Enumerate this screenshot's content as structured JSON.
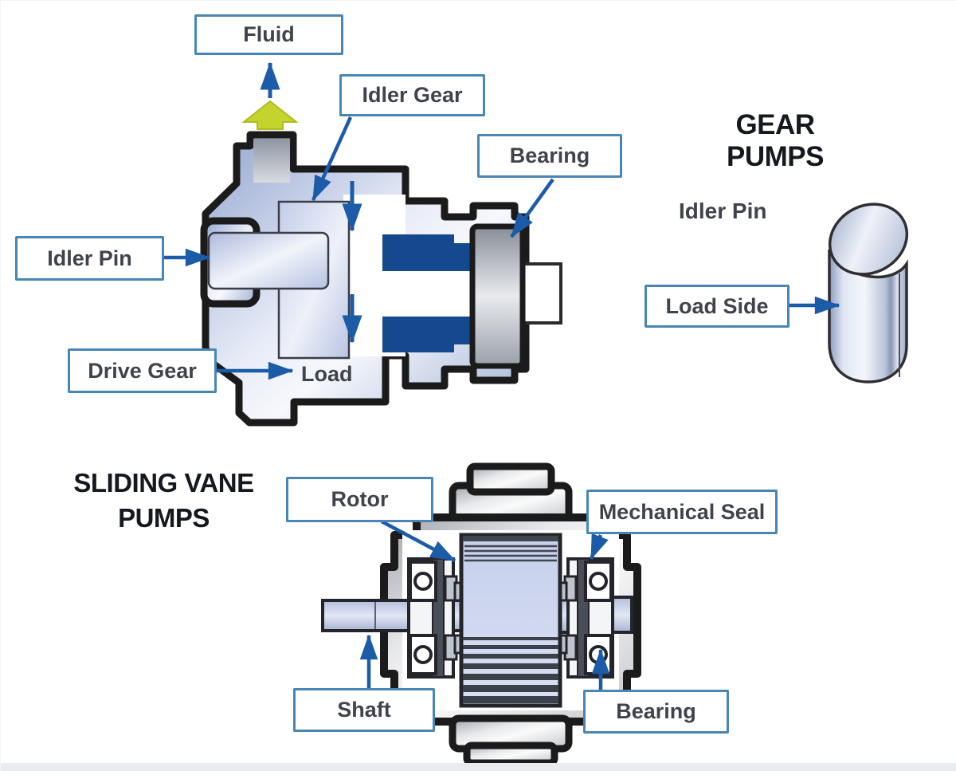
{
  "colors": {
    "box_border": "#4886b6",
    "label_text": "#3f444c",
    "heading_text": "#15191f",
    "arrow_blue": "#1b5ba8",
    "fluid_arrow_yellow": "#c5d32e",
    "pump_body_blue": "#a9b8dc",
    "seal_dark_blue": "#14498f",
    "housing_gray": "#d6d8db",
    "rotor_blue": "#ccd5ee",
    "outline_black": "#1b1b1b"
  },
  "gear_pump": {
    "title": "GEAR PUMPS",
    "labels": {
      "fluid": "Fluid",
      "idler_gear": "Idler Gear",
      "bearing": "Bearing",
      "idler_pin": "Idler Pin",
      "drive_gear": "Drive Gear"
    },
    "inline_labels": {
      "load": "Load"
    },
    "pin_detail": {
      "caption": "Idler Pin",
      "load_side": "Load Side"
    }
  },
  "vane_pump": {
    "title": [
      "SLIDING VANE",
      "PUMPS"
    ],
    "labels": {
      "rotor": "Rotor",
      "mechanical_seal": "Mechanical Seal",
      "shaft": "Shaft",
      "bearing": "Bearing"
    }
  }
}
